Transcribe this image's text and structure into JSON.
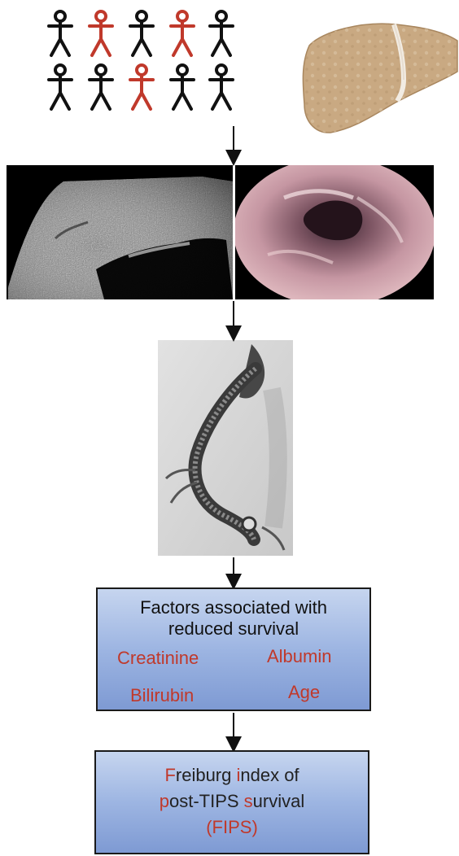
{
  "colors": {
    "person_black": "#111111",
    "person_red": "#c0392b",
    "box_border": "#1a1a1a",
    "factor_red": "#c0392b",
    "liver_fill": "#c9a982"
  },
  "people": {
    "rows": [
      [
        "black",
        "red",
        "black",
        "red",
        "black"
      ],
      [
        "black",
        "black",
        "red",
        "black",
        "black"
      ]
    ]
  },
  "factors_box": {
    "title_line1": "Factors associated with",
    "title_line2": "reduced survival",
    "factors": {
      "creatinine": "Creatinine",
      "albumin": "Albumin",
      "bilirubin": "Bilirubin",
      "age": "Age"
    }
  },
  "fips_box": {
    "line1": {
      "a_red": "F",
      "a": "reiburg ",
      "b_red": "i",
      "b": "ndex of"
    },
    "line2": {
      "a_red": "p",
      "a": "ost-TIPS ",
      "b_red": "s",
      "b": "urvival"
    },
    "line3": "(FIPS)"
  }
}
